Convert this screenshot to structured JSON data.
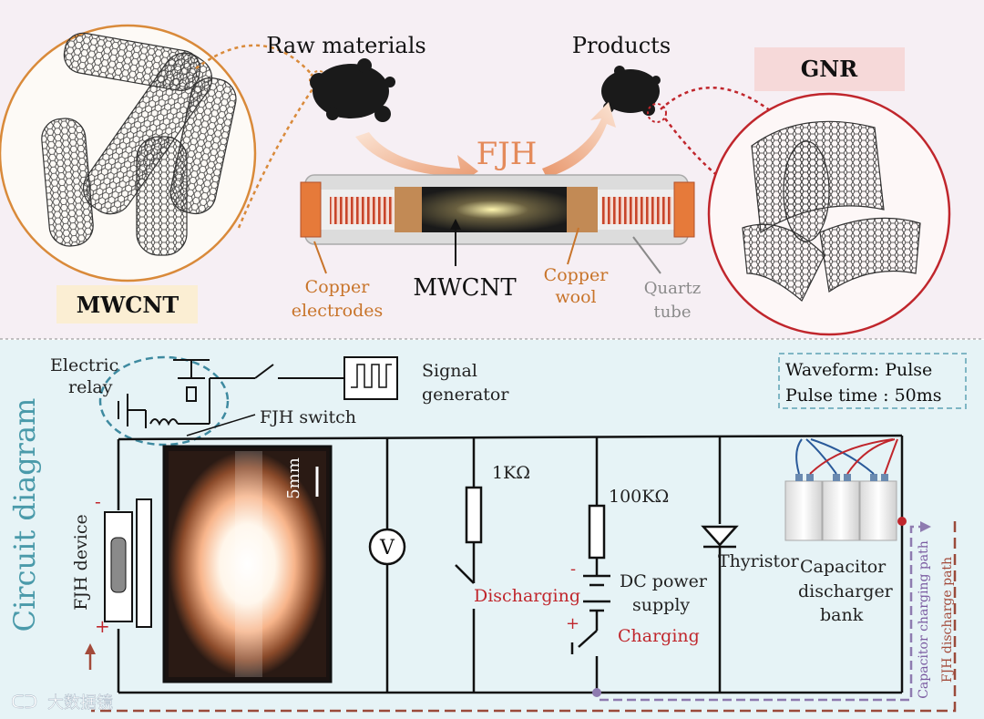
{
  "top": {
    "raw_materials": "Raw materials",
    "products": "Products",
    "fjh": "FJH",
    "mwcnt_badge": "MWCNT",
    "gnr_badge": "GNR",
    "mwcnt_center": "MWCNT",
    "copper_electrodes": [
      "Copper",
      "electrodes"
    ],
    "copper_wool": [
      "Copper",
      "wool"
    ],
    "quartz_tube": [
      "Quartz",
      "tube"
    ]
  },
  "bottom": {
    "side_title": "Circuit diagram",
    "electric_relay": [
      "Electric",
      "relay"
    ],
    "fjh_switch": "FJH switch",
    "signal_generator": [
      "Signal",
      "generator"
    ],
    "waveform": "Waveform: Pulse",
    "pulse_time": "Pulse time : 50ms",
    "r1": "1KΩ",
    "r2": "100KΩ",
    "discharging": "Discharging",
    "dc_power": [
      "DC power",
      "supply"
    ],
    "charging": "Charging",
    "thyristor": "Thyristor",
    "capacitor_bank": [
      "Capacitor",
      "discharger",
      "bank"
    ],
    "fjh_device": "FJH device",
    "scale": "5mm",
    "voltmeter": "V",
    "minus": "-",
    "plus": "+",
    "capacitor_charging_path": "Capacitor charging path",
    "fjh_discharge_path": "FJH discharge path",
    "watermark": "大数据镜"
  },
  "colors": {
    "top_bg": "#f6eff4",
    "bottom_bg": "#e6f3f6",
    "orange": "#c8742a",
    "red": "#c0262c",
    "purple": "#8e7bb0",
    "brown_dash": "#9a4a3a",
    "badge_mwcnt": "#fbeed3",
    "badge_gnr": "#f6d9d9"
  }
}
